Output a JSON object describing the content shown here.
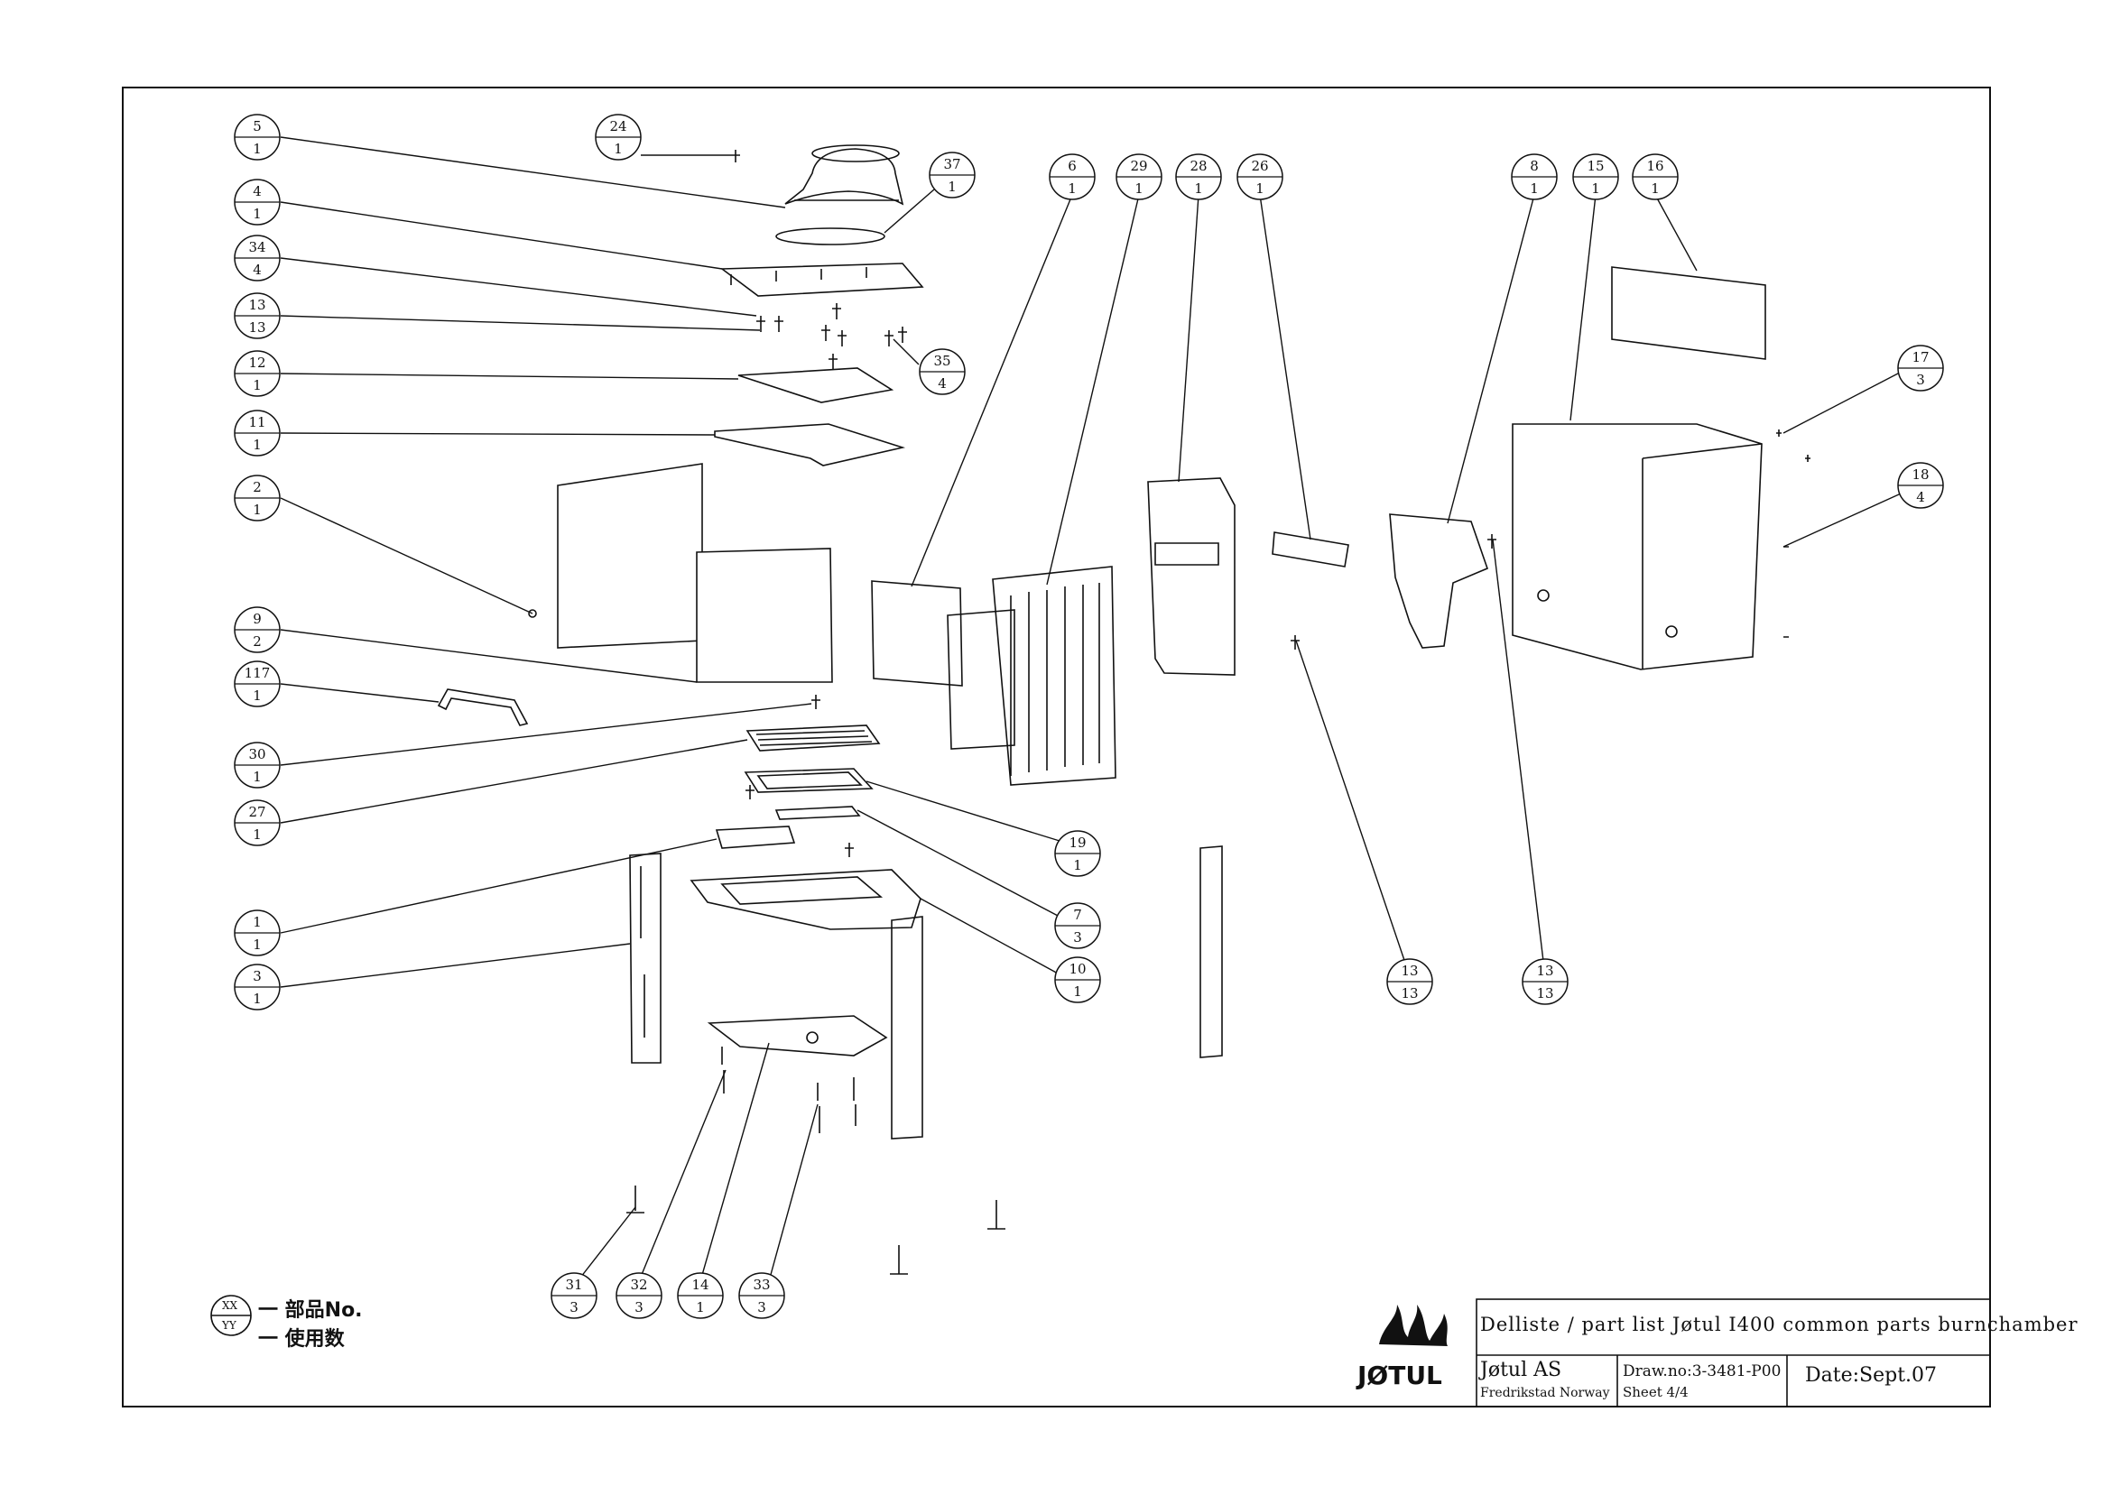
{
  "title_block": {
    "parts_list_title": "Delliste / part list Jøtul I400 common parts burnchamber",
    "company": "Jøtul AS",
    "location": "Fredrikstad Norway",
    "drawing_no": "Draw.no:3-3481-P00",
    "sheet": "Sheet 4/4",
    "date": "Date:Sept.07",
    "logo_text": "JØTUL"
  },
  "legend": {
    "top_symbol": "XX",
    "bottom_symbol": "YY",
    "part_no_label": "一 部品No.",
    "quantity_label": "一 使用数"
  },
  "callouts": [
    {
      "part": "5",
      "qty": "1"
    },
    {
      "part": "24",
      "qty": "1"
    },
    {
      "part": "37",
      "qty": "1"
    },
    {
      "part": "4",
      "qty": "1"
    },
    {
      "part": "34",
      "qty": "4"
    },
    {
      "part": "13",
      "qty": "13"
    },
    {
      "part": "12",
      "qty": "1"
    },
    {
      "part": "35",
      "qty": "4"
    },
    {
      "part": "11",
      "qty": "1"
    },
    {
      "part": "2",
      "qty": "1"
    },
    {
      "part": "9",
      "qty": "2"
    },
    {
      "part": "117",
      "qty": "1"
    },
    {
      "part": "30",
      "qty": "1"
    },
    {
      "part": "27",
      "qty": "1"
    },
    {
      "part": "19",
      "qty": "1"
    },
    {
      "part": "7",
      "qty": "3"
    },
    {
      "part": "10",
      "qty": "1"
    },
    {
      "part": "1",
      "qty": "1"
    },
    {
      "part": "3",
      "qty": "1"
    },
    {
      "part": "6",
      "qty": "1"
    },
    {
      "part": "29",
      "qty": "1"
    },
    {
      "part": "28",
      "qty": "1"
    },
    {
      "part": "26",
      "qty": "1"
    },
    {
      "part": "13",
      "qty": "13"
    },
    {
      "part": "8",
      "qty": "1"
    },
    {
      "part": "15",
      "qty": "1"
    },
    {
      "part": "16",
      "qty": "1"
    },
    {
      "part": "17",
      "qty": "3"
    },
    {
      "part": "18",
      "qty": "4"
    },
    {
      "part": "13",
      "qty": "13"
    },
    {
      "part": "31",
      "qty": "3"
    },
    {
      "part": "32",
      "qty": "3"
    },
    {
      "part": "14",
      "qty": "1"
    },
    {
      "part": "33",
      "qty": "3"
    }
  ]
}
